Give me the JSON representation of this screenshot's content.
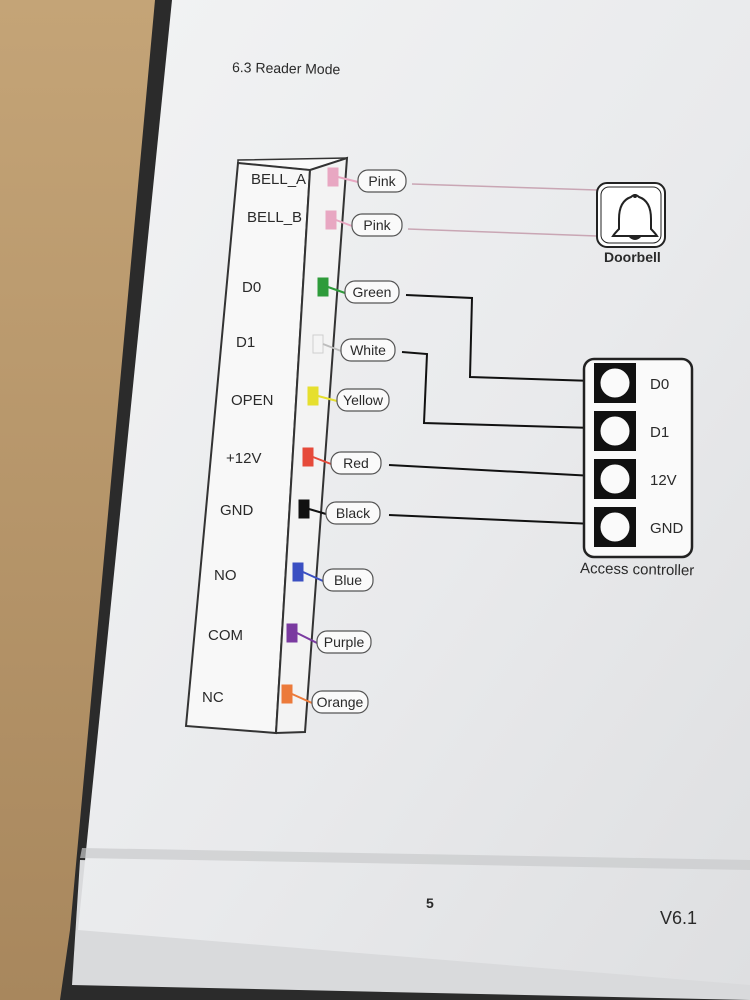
{
  "section_title": "6.3  Reader Mode",
  "page_number": "5",
  "version": "V6.1",
  "reader": {
    "pins": [
      {
        "label": "BELL_A",
        "wire": "Pink",
        "color": "#e8a7c2"
      },
      {
        "label": "BELL_B",
        "wire": "Pink",
        "color": "#e8a7c2"
      },
      {
        "label": "D0",
        "wire": "Green",
        "color": "#2e9b3a"
      },
      {
        "label": "D1",
        "wire": "White",
        "color": "#f4f4f4"
      },
      {
        "label": "OPEN",
        "wire": "Yellow",
        "color": "#e6df2e"
      },
      {
        "label": "+12V",
        "wire": "Red",
        "color": "#e64a3a"
      },
      {
        "label": "GND",
        "wire": "Black",
        "color": "#111111"
      },
      {
        "label": "NO",
        "wire": "Blue",
        "color": "#3a4fc2"
      },
      {
        "label": "COM",
        "wire": "Purple",
        "color": "#7a3aa0"
      },
      {
        "label": "NC",
        "wire": "Orange",
        "color": "#ec7a3a"
      }
    ]
  },
  "doorbell": {
    "label": "Doorbell",
    "icon": "bell-icon"
  },
  "access_controller": {
    "label": "Access controller",
    "terminals": [
      "D0",
      "D1",
      "12V",
      "GND"
    ]
  },
  "connections": [
    {
      "from": "BELL_A",
      "to": "Doorbell"
    },
    {
      "from": "BELL_B",
      "to": "Doorbell"
    },
    {
      "from": "D0",
      "to": "D0"
    },
    {
      "from": "D1",
      "to": "D1"
    },
    {
      "from": "+12V",
      "to": "12V"
    },
    {
      "from": "GND",
      "to": "GND"
    }
  ]
}
